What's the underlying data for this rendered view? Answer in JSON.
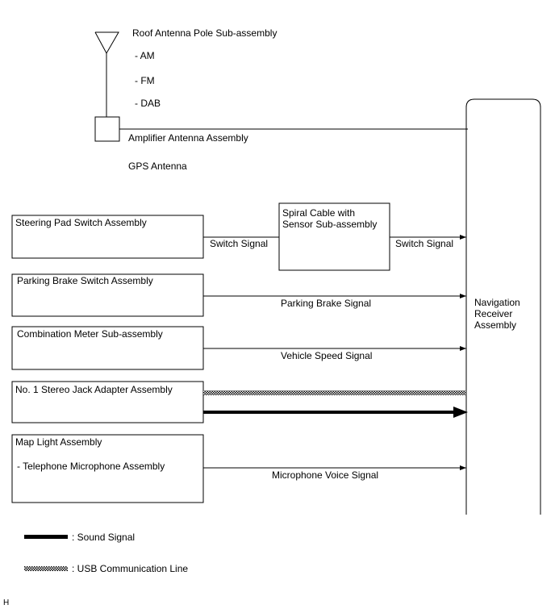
{
  "antenna": {
    "title": "Roof Antenna Pole Sub-assembly",
    "bands": [
      "- AM",
      "- FM",
      "- DAB"
    ],
    "amplifier_label": "Amplifier Antenna Assembly",
    "gps_label": "GPS Antenna"
  },
  "receiver": {
    "label_lines": [
      "Navigation",
      "Receiver",
      "Assembly"
    ]
  },
  "spiral_cable": {
    "label_lines": [
      "Spiral Cable with",
      "Sensor Sub-assembly"
    ]
  },
  "components": [
    {
      "id": "steering",
      "label_lines": [
        "Steering Pad Switch Assembly"
      ],
      "signal_in": "Switch Signal",
      "signal_out": "Switch Signal"
    },
    {
      "id": "parking",
      "label_lines": [
        "Parking Brake Switch Assembly"
      ],
      "signal": "Parking Brake Signal"
    },
    {
      "id": "meter",
      "label_lines": [
        "Combination Meter Sub-assembly"
      ],
      "signal": "Vehicle Speed Signal"
    },
    {
      "id": "stereo",
      "label_lines": [
        "No. 1 Stereo Jack Adapter Assembly"
      ]
    },
    {
      "id": "maplight",
      "label_lines": [
        "Map Light Assembly",
        "- Telephone Microphone Assembly"
      ],
      "signal": "Microphone Voice Signal"
    }
  ],
  "legend": {
    "sound": ": Sound Signal",
    "usb": ": USB Communication Line"
  },
  "footer_code": "H"
}
